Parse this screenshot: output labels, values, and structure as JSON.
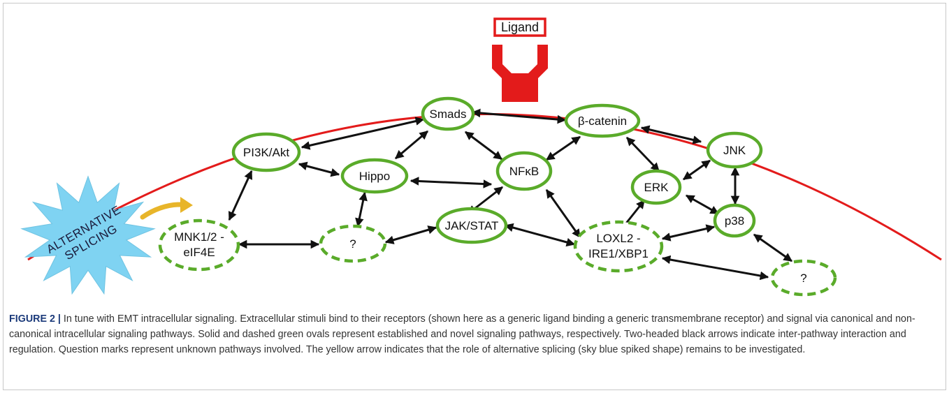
{
  "ligand_label": "Ligand",
  "splicing": {
    "line1": "ALTERNATIVE",
    "line2": "SPLICING"
  },
  "nodes": {
    "smads": "Smads",
    "beta_catenin": "β-catenin",
    "pi3k_akt": "PI3K/Akt",
    "jnk": "JNK",
    "hippo": "Hippo",
    "nfkb": "NFκB",
    "erk": "ERK",
    "p38": "p38",
    "jak_stat": "JAK/STAT",
    "mnk_line1": "MNK1/2 -",
    "mnk_line2": "eIF4E",
    "unknown_1": "?",
    "loxl2_line1": "LOXL2 -",
    "loxl2_line2": "IRE1/XBP1",
    "unknown_2": "?"
  },
  "colors": {
    "membrane": "#e31b1b",
    "receptor": "#e31b1b",
    "node_stroke": "#5aab2a",
    "arrow": "#111111",
    "splicing_fill": "#7fd3f2",
    "splicing_arrow": "#e8b52a",
    "caption_label": "#1b3a7a"
  },
  "caption": {
    "label": "FIGURE 2 |",
    "text": " In tune with EMT intracellular signaling. Extracellular stimuli bind to their receptors (shown here as a generic ligand binding a generic transmembrane receptor) and signal via canonical and non-canonical intracellular signaling pathways. Solid and dashed green ovals represent established and novel signaling pathways, respectively. Two-headed black arrows indicate inter-pathway interaction and regulation. Question marks represent unknown pathways involved. The yellow arrow indicates that the role of alternative splicing (sky blue spiked shape) remains to be investigated."
  }
}
